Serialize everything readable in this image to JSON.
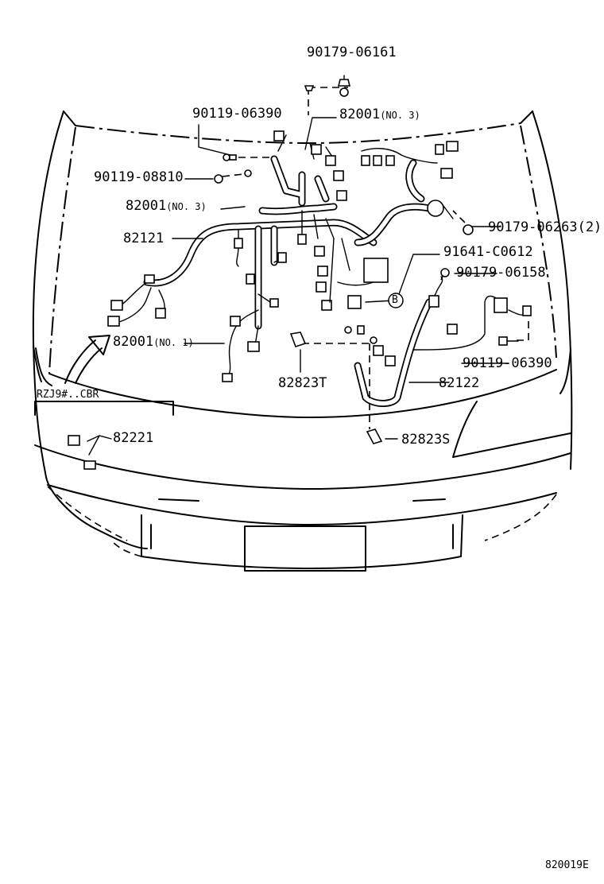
{
  "diagram": {
    "parts": {
      "p_90179_06161": "90179-06161",
      "p_82001_top": "82001",
      "p_82001_top_note": "(NO. 3)",
      "p_90119_06390_top": "90119-06390",
      "p_90119_08810": "90119-08810",
      "p_82001_left": "82001",
      "p_82001_left_note": "(NO. 3)",
      "p_82121": "82121",
      "p_90179_06263": "90179-06263(2)",
      "p_91641_c0612": "91641-C0612",
      "p_90179_06158": "90179-06158",
      "p_82001_no1": "82001",
      "p_82001_no1_note": "(NO. 1)",
      "p_90119_06390_right": "90119-06390",
      "p_82823t": "82823T",
      "p_82122": "82122",
      "p_82221": "82221",
      "p_82823s": "82823S"
    },
    "variant_label": "RZJ9#..CBR",
    "ref_marker": "B",
    "figure_code": "820019E"
  }
}
